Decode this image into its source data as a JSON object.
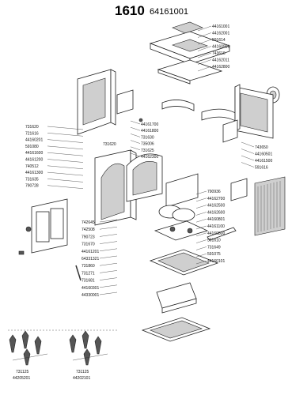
{
  "header": {
    "model": "1610",
    "code": "64161001"
  },
  "callouts_top_right": [
    "44161001",
    "44162001",
    "591614",
    "44160901",
    "743616",
    "44162011",
    "44162800"
  ],
  "callouts_mid_left": [
    "44161700",
    "44161800",
    "731630",
    "735006",
    "731625",
    "44162300"
  ],
  "callouts_right": [
    "743650",
    "44160501",
    "44161500",
    "591616"
  ],
  "callouts_left": [
    "731620",
    "721616",
    "44160201",
    "591080",
    "44161600",
    "44161200",
    "740512",
    "44161300",
    "731635",
    "790728"
  ],
  "callouts_front": [
    "731620"
  ],
  "callouts_center": [
    "742645",
    "742508",
    "790723",
    "731670",
    "44161201",
    "64331321",
    "731860",
    "731271",
    "731681",
    "44160301",
    "44330001"
  ],
  "callouts_lower_right": [
    "790936",
    "44162700",
    "44162500",
    "44162600",
    "44160801",
    "44161100",
    "44160800",
    "591610",
    "731649",
    "591075",
    "44160101"
  ],
  "callouts_bottom": [
    {
      "code": "731125",
      "sub": "44205201"
    },
    {
      "code": "731125",
      "sub": "44202101"
    }
  ]
}
